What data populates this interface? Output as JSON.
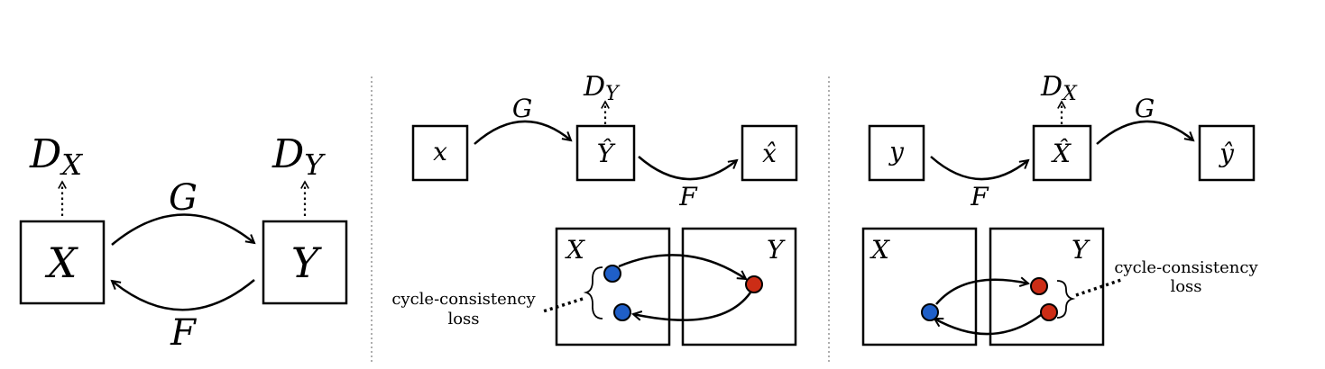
{
  "colors": {
    "blue_point": "#1f5fc8",
    "red_point": "#cc2d16",
    "stroke": "#000000",
    "divider": "#777777"
  },
  "panel_a": {
    "domain_x": "X",
    "domain_y": "Y",
    "disc_x_main": "D",
    "disc_x_sub": "X",
    "disc_y_main": "D",
    "disc_y_sub": "Y",
    "map_g": "G",
    "map_f": "F"
  },
  "panel_b": {
    "input": "x",
    "intermediate": "Ŷ",
    "output": "x̂",
    "disc_main": "D",
    "disc_sub": "Y",
    "map_g": "G",
    "map_f": "F",
    "space_x": "X",
    "space_y": "Y",
    "loss_line1": "cycle-consistency",
    "loss_line2": "loss"
  },
  "panel_c": {
    "input": "y",
    "intermediate": "X̂",
    "output": "ŷ",
    "disc_main": "D",
    "disc_sub": "X",
    "map_f": "F",
    "map_g": "G",
    "space_x": "X",
    "space_y": "Y",
    "loss_line1": "cycle-consistency",
    "loss_line2": "loss"
  }
}
